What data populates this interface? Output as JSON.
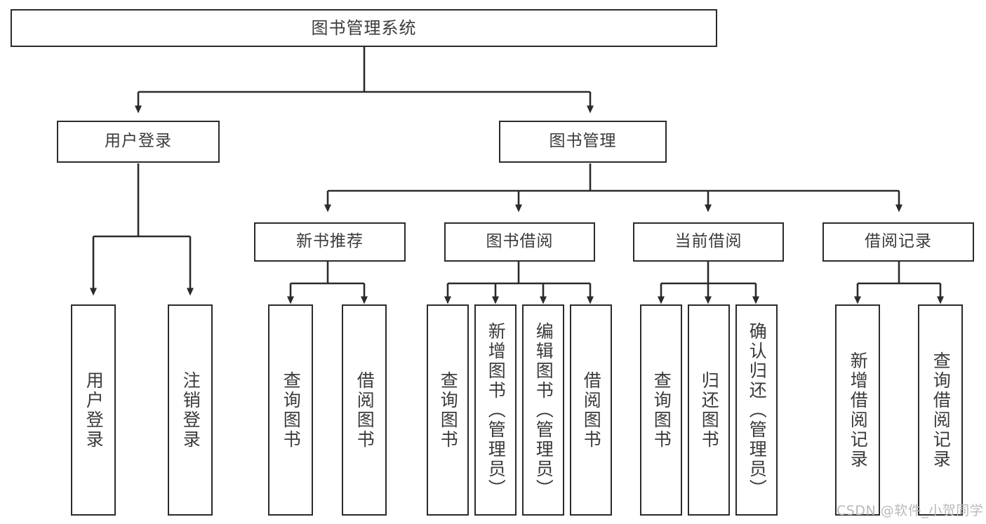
{
  "diagram": {
    "title": "图书管理系统",
    "type": "tree-hierarchy-diagram",
    "colors": {
      "box_border": "#2b2b2b",
      "box_fill": "#ffffff",
      "text": "#3a3a3a",
      "connector": "#2b2b2b",
      "watermark": "#b9b9b9",
      "background": "#ffffff"
    }
  },
  "root": {
    "label": "图书管理系统"
  },
  "level2": [
    {
      "label": "用户登录"
    },
    {
      "label": "图书管理"
    }
  ],
  "level3": [
    {
      "label": "新书推荐"
    },
    {
      "label": "图书借阅"
    },
    {
      "label": "当前借阅"
    },
    {
      "label": "借阅记录"
    }
  ],
  "leaves": {
    "user_login": [
      {
        "label": "用户登录"
      },
      {
        "label": "注销登录"
      }
    ],
    "new_book_recommend": [
      {
        "label": "查询图书"
      },
      {
        "label": "借阅图书"
      }
    ],
    "book_borrow": [
      {
        "label": "查询图书"
      },
      {
        "label": "新增图书（管理员）"
      },
      {
        "label": "编辑图书（管理员）"
      },
      {
        "label": "借阅图书"
      }
    ],
    "current_borrow": [
      {
        "label": "查询图书"
      },
      {
        "label": "归还图书"
      },
      {
        "label": "确认归还（管理员）"
      }
    ],
    "borrow_record": [
      {
        "label": "新增借阅记录"
      },
      {
        "label": "查询借阅记录"
      }
    ]
  },
  "watermark": {
    "text": "CSDN @软件_小贺同学"
  }
}
